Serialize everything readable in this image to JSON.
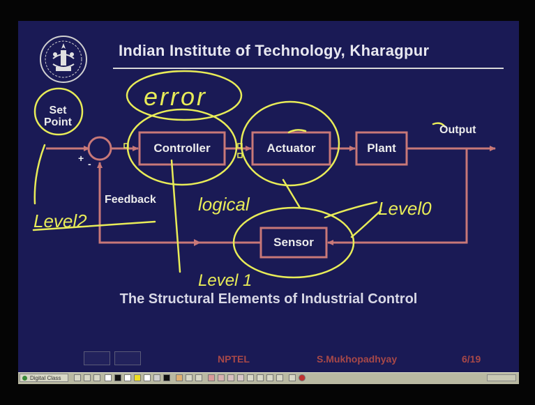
{
  "slide": {
    "title": "Indian Institute of Technology, Kharagpur",
    "caption": "The Structural Elements of Industrial Control"
  },
  "diagram": {
    "set_point": "Set\nPoint",
    "blocks": {
      "controller": "Controller",
      "actuator": "Actuator",
      "plant": "Plant",
      "sensor": "Sensor"
    },
    "output_label": "Output",
    "feedback_label": "Feedback",
    "sum_signs": {
      "plus": "+",
      "minus": "-"
    }
  },
  "annotations": {
    "error": "error",
    "logical": "logical",
    "level_0": "Level0",
    "level_1": "Level 1",
    "level_2": "Level2"
  },
  "footer": {
    "center": "NPTEL",
    "author": "S.Mukhopadhyay",
    "page": "6/19"
  },
  "toolbar": {
    "start_label": "Digital Class"
  },
  "colors": {
    "slide_bg": "#1a1a55",
    "block_border": "#c87878",
    "signal_line": "#c87878",
    "ink": "#e8ec58",
    "title_text": "#e8e8f0"
  }
}
